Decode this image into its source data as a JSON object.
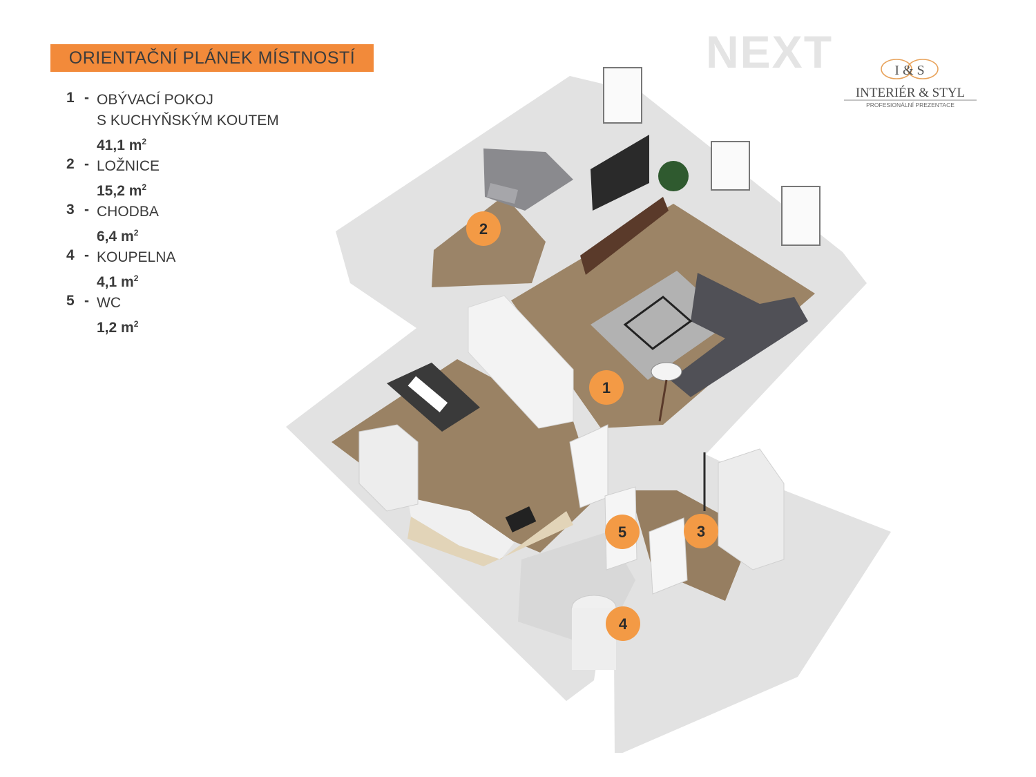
{
  "title": "ORIENTAČNÍ PLÁNEK MÍSTNOSTÍ",
  "legend": [
    {
      "num": "1",
      "dash": "-",
      "lines": [
        "OBÝVACÍ POKOJ",
        "S KUCHYŇSKÝM KOUTEM"
      ],
      "area": "41,1 m",
      "unit_sup": "2"
    },
    {
      "num": "2",
      "dash": "-",
      "lines": [
        "LOŽNICE"
      ],
      "area": "15,2 m",
      "unit_sup": "2"
    },
    {
      "num": "3",
      "dash": "-",
      "lines": [
        "CHODBA"
      ],
      "area": "6,4 m",
      "unit_sup": "2"
    },
    {
      "num": "4",
      "dash": "-",
      "lines": [
        "KOUPELNA"
      ],
      "area": "4,1 m",
      "unit_sup": "2"
    },
    {
      "num": "5",
      "dash": "-",
      "lines": [
        "WC"
      ],
      "area": "1,2 m",
      "unit_sup": "2"
    }
  ],
  "logos": {
    "next": "NEXT",
    "is_initials": "I & S",
    "is_name": "INTERIÉR & STYL",
    "is_tagline": "PROFESIONÁLNÍ PREZENTACE"
  },
  "markers": [
    "1",
    "2",
    "3",
    "4",
    "5"
  ],
  "colors": {
    "accent": "#f28a3a",
    "marker": "#f39a45",
    "floor_wood": "#9c8466",
    "wall": "#e6e6e6",
    "text": "#3a3a3a"
  }
}
